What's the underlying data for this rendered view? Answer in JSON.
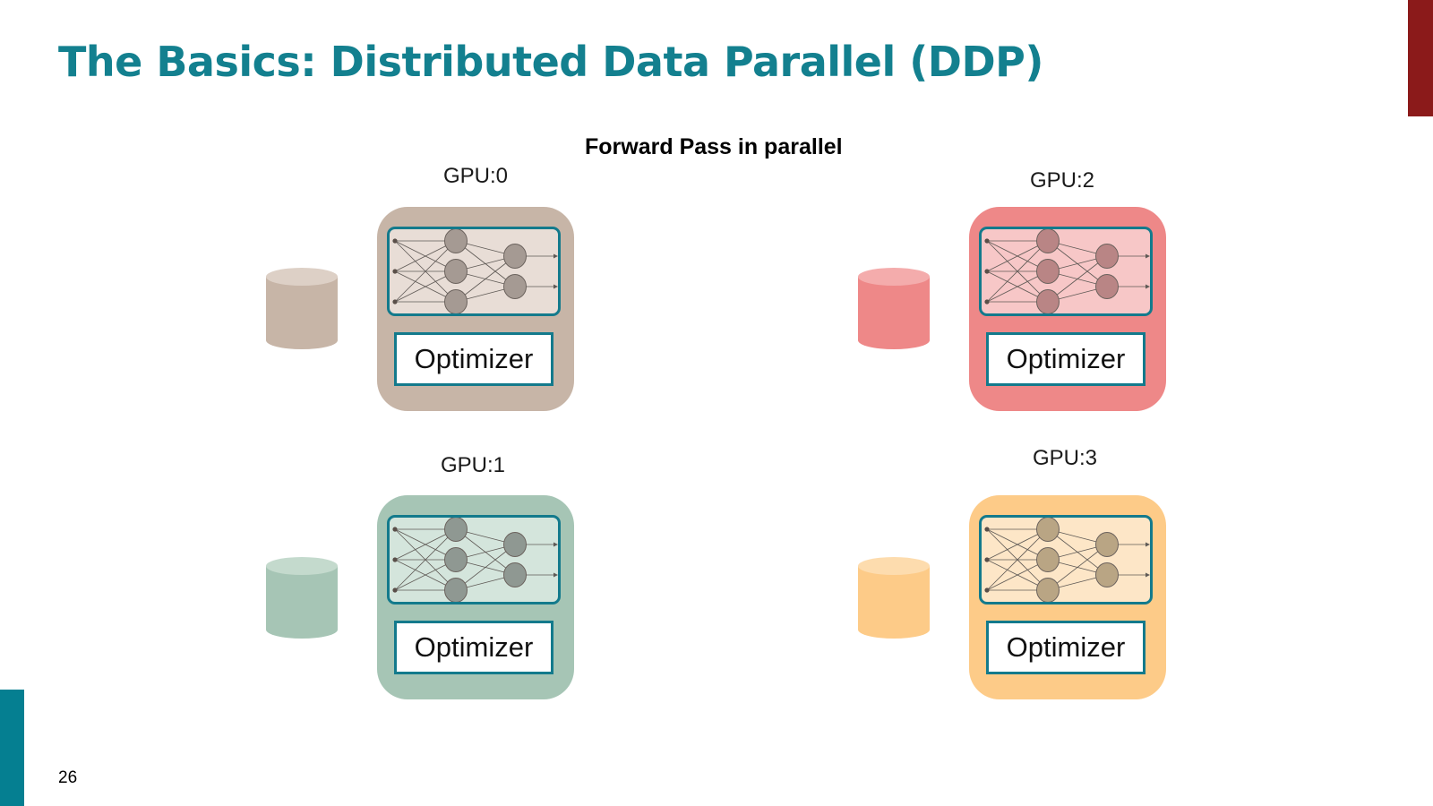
{
  "slide": {
    "title": "The Basics: Distributed Data Parallel (DDP)",
    "subtitle": "Forward Pass in parallel",
    "page_number": "26"
  },
  "colors": {
    "title": "#13808f",
    "panel_border": "#137a8c",
    "accent_right": "#8b1a1a",
    "accent_left": "#057f91"
  },
  "gpus": [
    {
      "label": "GPU:0",
      "optimizer_label": "Optimizer",
      "box_color": "#c7b5a7",
      "panel_color": "#e8ddd6",
      "node_color": "#a59a93",
      "data_color": "#c7b5a7",
      "data_top_color": "#ddd0c6"
    },
    {
      "label": "GPU:1",
      "optimizer_label": "Optimizer",
      "box_color": "#a6c5b5",
      "panel_color": "#d4e5dc",
      "node_color": "#8f9892",
      "data_color": "#a6c5b5",
      "data_top_color": "#c4dacd"
    },
    {
      "label": "GPU:2",
      "optimizer_label": "Optimizer",
      "box_color": "#ee8888",
      "panel_color": "#f7c7c7",
      "node_color": "#b98585",
      "data_color": "#ee8888",
      "data_top_color": "#f4acac"
    },
    {
      "label": "GPU:3",
      "optimizer_label": "Optimizer",
      "box_color": "#fdcb88",
      "panel_color": "#fde6c7",
      "node_color": "#b9a584",
      "data_color": "#fdcb88",
      "data_top_color": "#fddcae"
    }
  ]
}
